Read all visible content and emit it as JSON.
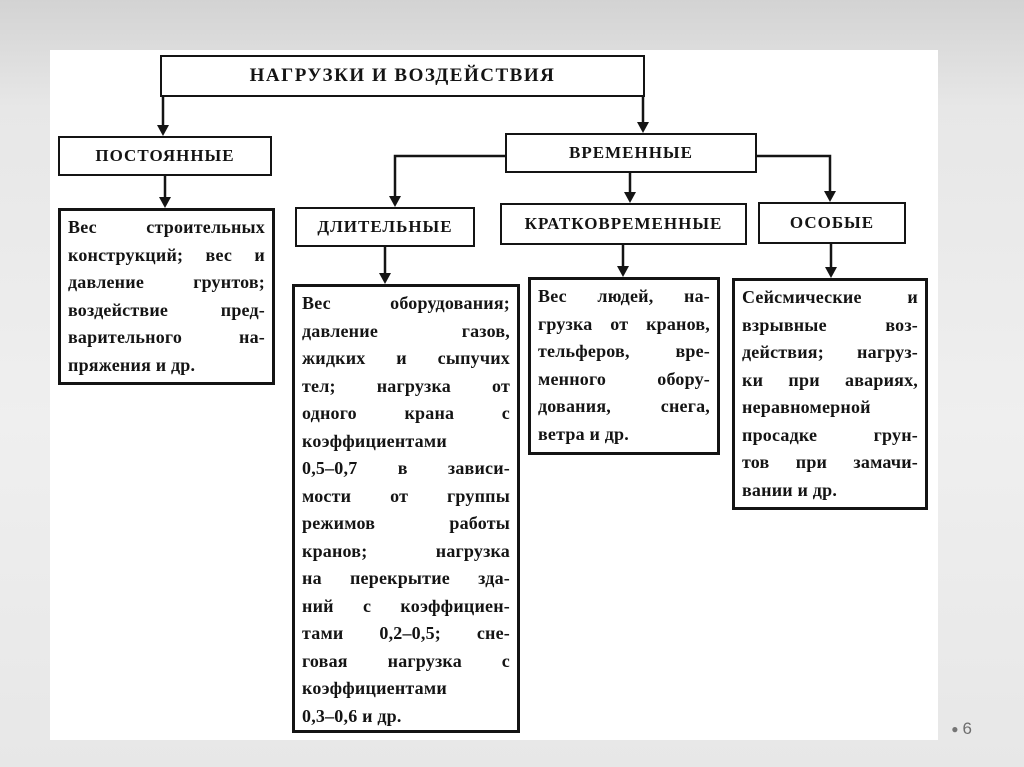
{
  "diagram": {
    "root": {
      "label": "НАГРУЗКИ И ВОЗДЕЙСТВИЯ"
    },
    "level2": [
      {
        "id": "permanent",
        "label": "ПОСТОЯННЫЕ"
      },
      {
        "id": "temporary",
        "label": "ВРЕМЕННЫЕ"
      }
    ],
    "level3": [
      {
        "id": "long_term",
        "label": "ДЛИТЕЛЬНЫЕ"
      },
      {
        "id": "short_term",
        "label": "КРАТКОВРЕМЕННЫЕ"
      },
      {
        "id": "special",
        "label": "ОСОБЫЕ"
      }
    ],
    "descriptions": {
      "permanent": {
        "lines": [
          "Вес строительных",
          "конструкций; вес и",
          "давление грунтов;",
          "воздействие пред-",
          "варительного на-",
          "пряжения и др."
        ]
      },
      "long_term": {
        "lines": [
          "Вес оборудования;",
          "давление газов,",
          "жидких и сыпучих",
          "тел; нагрузка от",
          "одного крана с",
          "коэффициентами",
          "0,5–0,7 в зависи-",
          "мости от группы",
          "режимов работы",
          "кранов; нагрузка",
          "на перекрытие зда-",
          "ний с коэффициен-",
          "тами 0,2–0,5; сне-",
          "говая нагрузка с",
          "коэффициентами",
          "0,3–0,6 и др."
        ]
      },
      "short_term": {
        "lines": [
          "Вес людей, на-",
          "грузка от кранов,",
          "тельферов, вре-",
          "менного обору-",
          "дования, снега,",
          "ветра и др."
        ]
      },
      "special": {
        "lines": [
          "Сейсмические и",
          "взрывные воз-",
          "действия; нагруз-",
          "ки при авариях,",
          "неравномерной",
          "просадке грун-",
          "тов при замачи-",
          "вании и др."
        ]
      }
    }
  },
  "footer": {
    "bullet": "●",
    "number": "6"
  },
  "colors": {
    "line": "#141414",
    "box_border": "#141414",
    "slide_bg": "#ffffff",
    "canvas_bg": "#e9e9e9",
    "page_number": "#6e6e6e"
  }
}
